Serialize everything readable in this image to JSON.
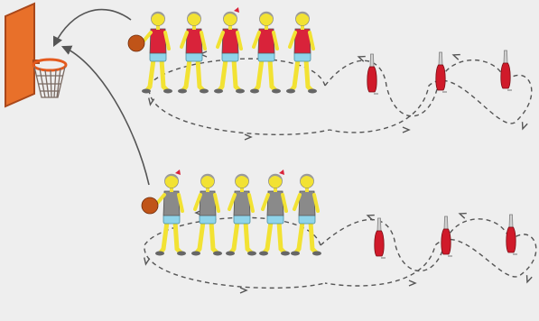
{
  "scene": {
    "colors": {
      "background": "#eeeeee",
      "board": "#e8702a",
      "board_edge": "#a9471a",
      "hoop": "#e45a1e",
      "net": "#7a6a62",
      "shirt_red": "#d9233a",
      "shirt_gray": "#8a8a8a",
      "shorts": "#8fd4ea",
      "skin": "#f2e233",
      "hair": "#9a9a9a",
      "ball": "#c05418",
      "pin": "#d01a2a",
      "path": "#555555"
    },
    "groups": [
      {
        "name": "top-team",
        "shirt": "shirt_red",
        "players": 5,
        "ball_holder": 0
      },
      {
        "name": "bottom-team",
        "shirt": "shirt_gray",
        "players": 5,
        "ball_holder": 0
      }
    ],
    "pins_per_lane": 3,
    "icons": [
      "basketball-hoop-icon",
      "basketball-icon",
      "skittle-pin-icon",
      "arrow-icon"
    ]
  }
}
